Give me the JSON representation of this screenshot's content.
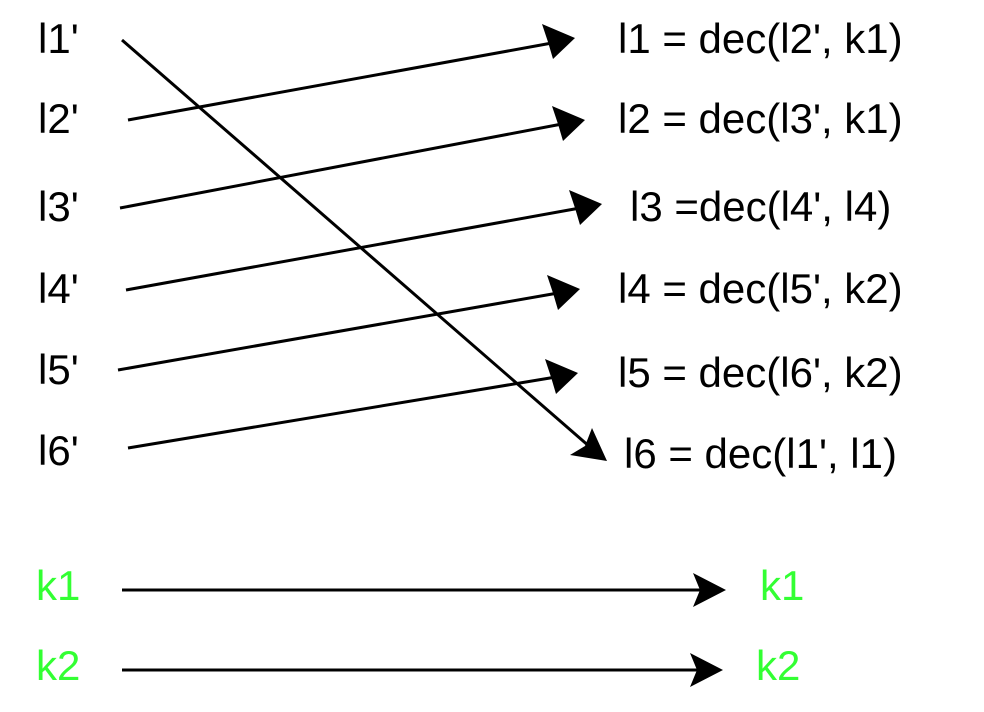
{
  "colors": {
    "text": "#000000",
    "key_text": "#33ff33",
    "arrow": "#000000",
    "background": "#ffffff"
  },
  "left_labels": [
    "l1'",
    "l2'",
    "l3'",
    "l4'",
    "l5'",
    "l6'"
  ],
  "right_labels": [
    "l1 = dec(l2', k1)",
    "l2 = dec(l3', k1)",
    "l3 =dec(l4', l4)",
    "l4 = dec(l5', k2)",
    "l5 = dec(l6', k2)",
    "l6 = dec(l1', l1)"
  ],
  "keys": {
    "left": [
      "k1",
      "k2"
    ],
    "right": [
      "k1",
      "k2"
    ]
  }
}
